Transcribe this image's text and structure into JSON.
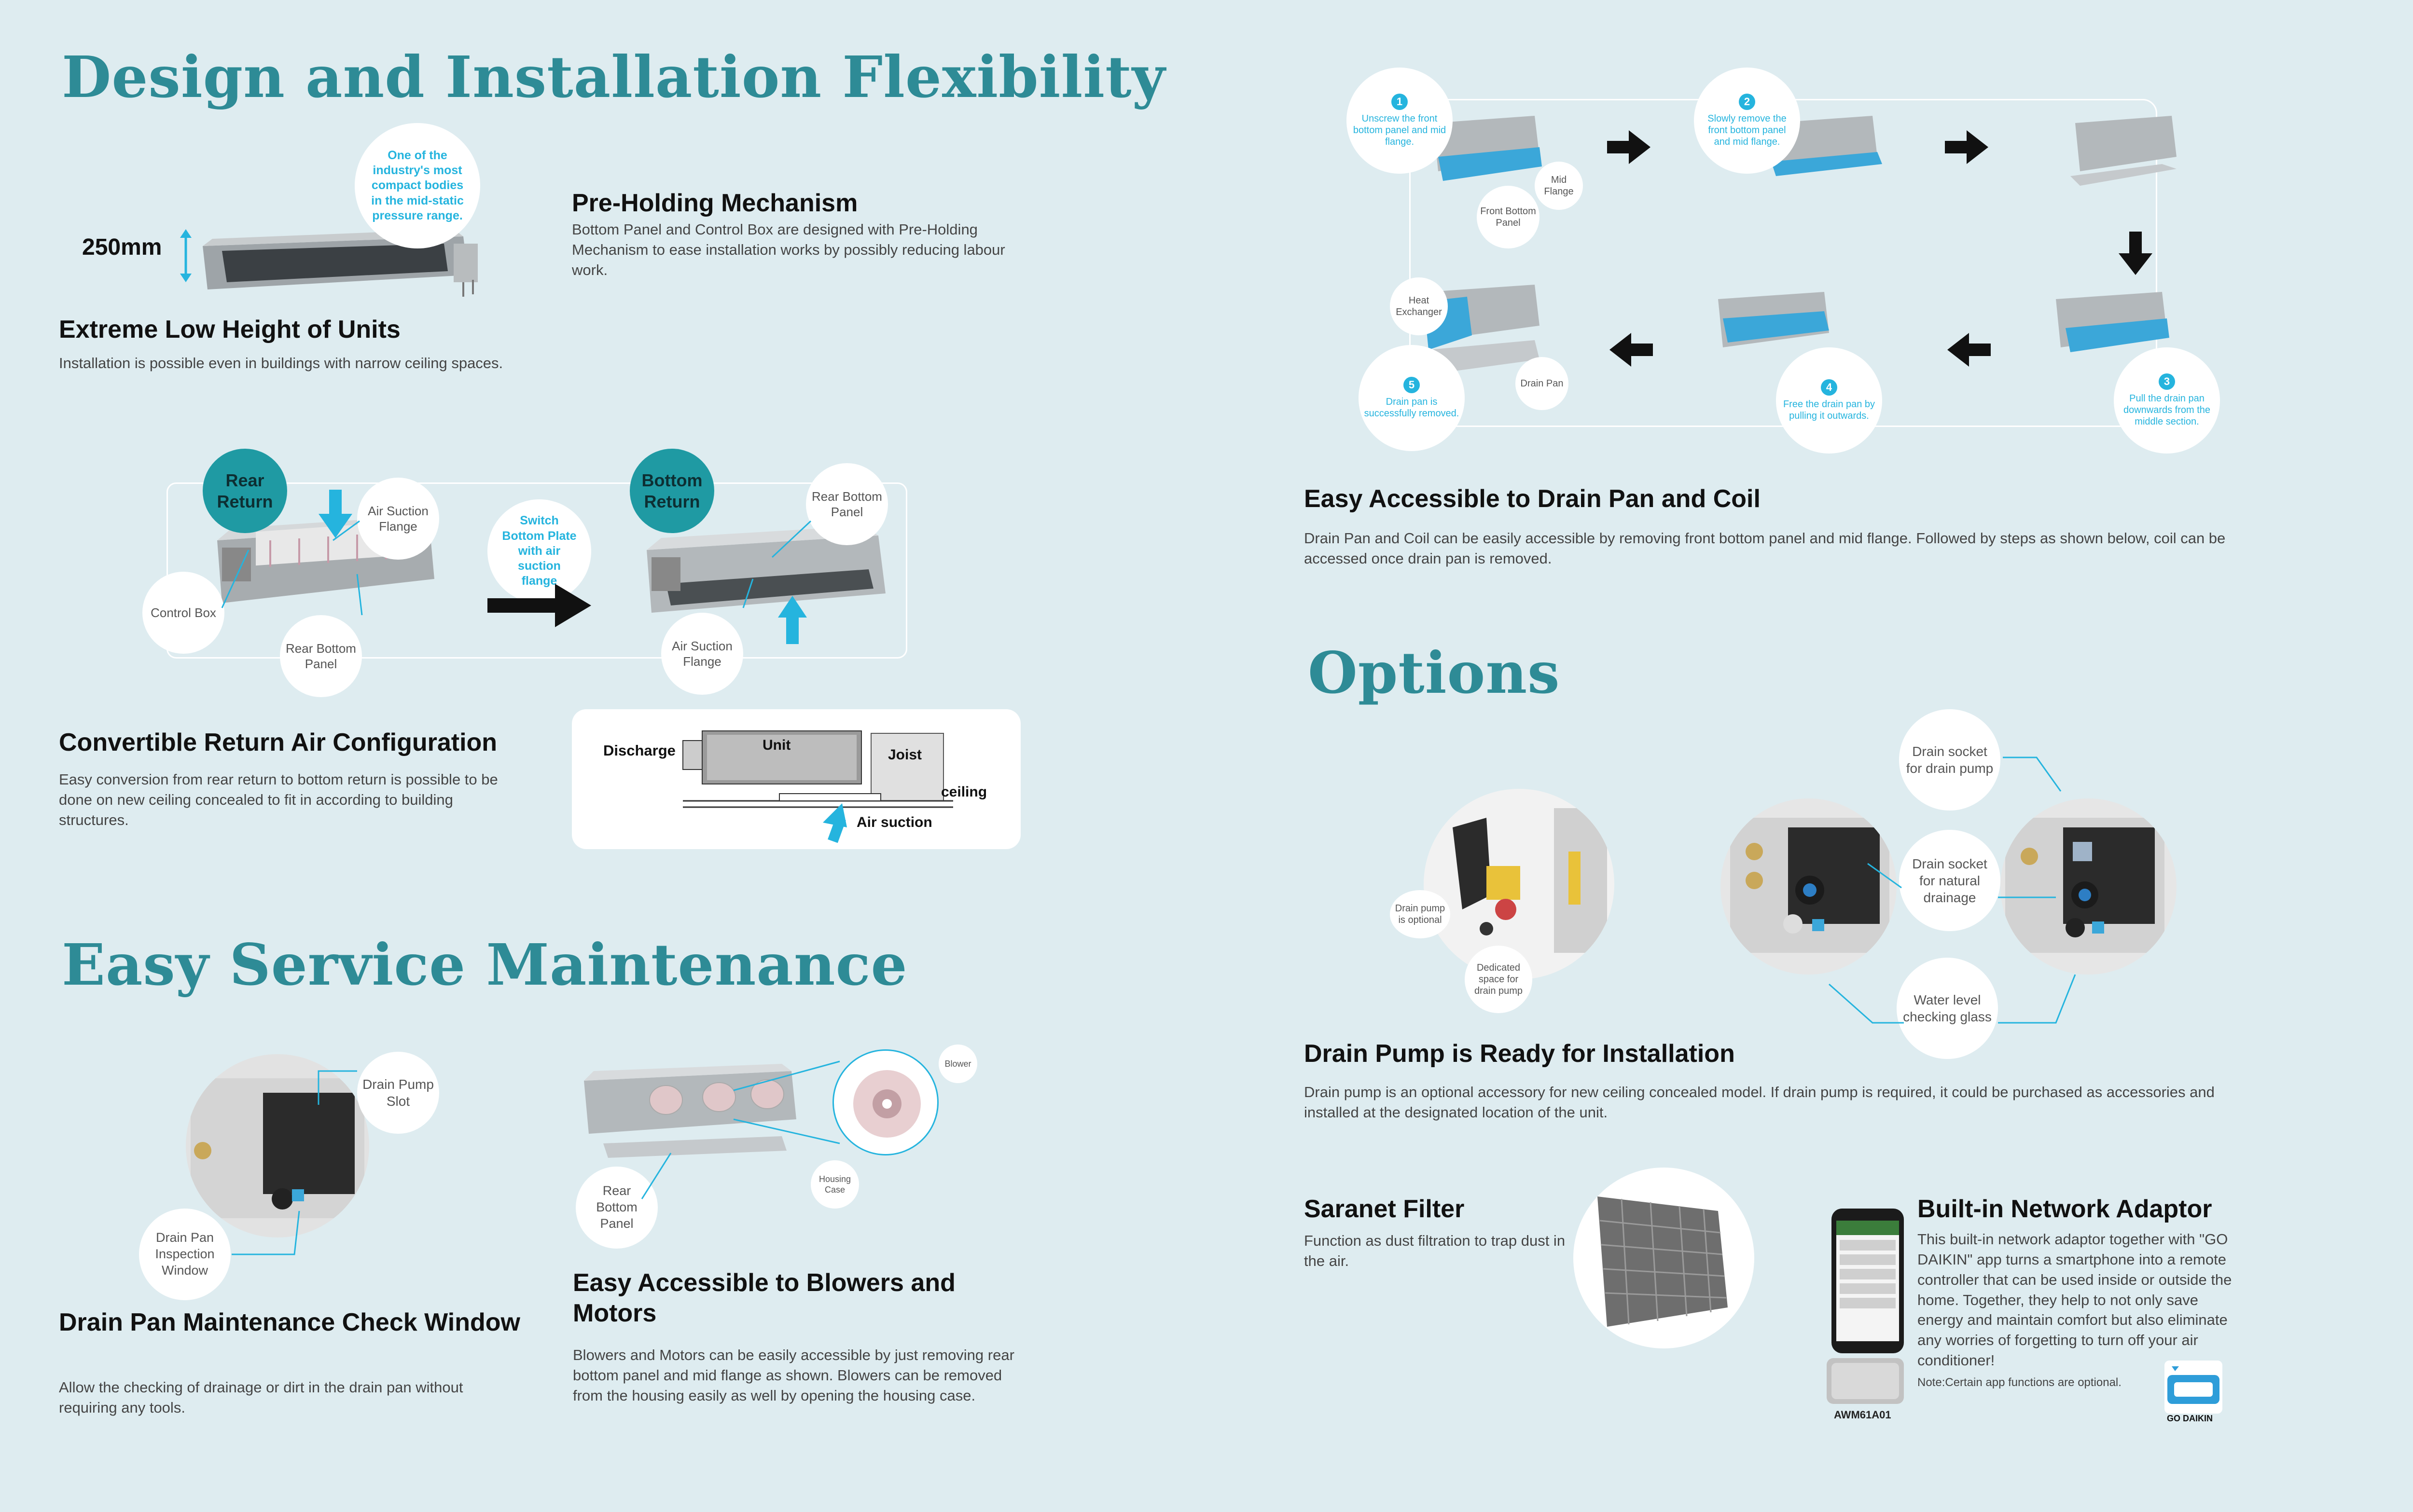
{
  "titles": {
    "design": "Design and Installation Flexibility",
    "service": "Easy Service Maintenance",
    "options": "Options"
  },
  "low_height": {
    "heading": "Extreme Low Height of Units",
    "body": "Installation is possible even in buildings with narrow ceiling spaces.",
    "dimension": "250mm",
    "bubble": "One of the industry's most compact bodies in the mid-static pressure range."
  },
  "pre_holding": {
    "heading": "Pre-Holding Mechanism",
    "body": "Bottom Panel and Control Box are designed with Pre-Holding Mechanism to ease installation works by possibly reducing labour work."
  },
  "convertible": {
    "heading": "Convertible Return Air Configuration",
    "body": "Easy conversion from rear return to bottom return is possible to be done on new ceiling concealed to fit in according to building structures.",
    "rear_return": "Rear Return",
    "bottom_return": "Bottom Return",
    "switch_note": "Switch Bottom Plate with air suction flange",
    "air_suction_flange": "Air Suction Flange",
    "control_box": "Control Box",
    "rear_bottom_panel": "Rear Bottom Panel",
    "diagram": {
      "discharge": "Discharge",
      "unit": "Unit",
      "joist": "Joist",
      "ceiling": "ceiling",
      "air_suction": "Air suction"
    }
  },
  "drain_window": {
    "heading": "Drain Pan Maintenance Check Window",
    "body": "Allow the checking of drainage or dirt in the drain pan without requiring any tools.",
    "pump_slot": "Drain Pump Slot",
    "inspection_window": "Drain Pan Inspection Window"
  },
  "blowers": {
    "heading": "Easy Accessible to Blowers and Motors",
    "body": "Blowers and Motors can be easily accessible by just removing rear bottom panel and mid flange as shown. Blowers can be removed from the housing easily as well by opening the housing case.",
    "blower": "Blower",
    "housing_case": "Housing Case",
    "rear_bottom_panel": "Rear Bottom Panel"
  },
  "drain_pan_coil": {
    "heading": "Easy Accessible to Drain Pan and Coil",
    "body": "Drain Pan and Coil can be easily accessible by removing front bottom panel and mid flange. Followed by steps as shown below, coil can be accessed once drain pan is removed.",
    "steps": [
      {
        "num": "1",
        "text": "Unscrew the front bottom panel and mid flange."
      },
      {
        "num": "2",
        "text": "Slowly remove the front bottom panel and mid flange."
      },
      {
        "num": "3",
        "text": "Pull the drain pan downwards from the middle section."
      },
      {
        "num": "4",
        "text": "Free the drain pan by pulling it outwards."
      },
      {
        "num": "5",
        "text": "Drain pan is successfully removed."
      }
    ],
    "labels": {
      "mid_flange": "Mid Flange",
      "front_bottom_panel": "Front Bottom Panel",
      "heat_exchanger": "Heat Exchanger",
      "drain_pan": "Drain Pan"
    }
  },
  "drain_pump": {
    "heading": "Drain Pump is Ready for Installation",
    "body": "Drain pump is an optional accessory for new ceiling concealed model. If drain pump is required, it could be purchased as accessories and installed at the designated location of the unit.",
    "optional": "Drain pump is optional",
    "dedicated": "Dedicated space for drain pump",
    "socket_pump": "Drain socket for drain pump",
    "socket_natural": "Drain socket for natural drainage",
    "water_glass": "Water level checking glass"
  },
  "saranet": {
    "heading": "Saranet Filter",
    "body": "Function as dust filtration to trap dust in the air."
  },
  "network": {
    "heading": "Built-in Network Adaptor",
    "body": "This built-in network adaptor together with \"GO DAIKIN\" app turns a smartphone into a remote controller that can be used inside or outside the home. Together, they help to not only save energy and maintain comfort but also eliminate any worries of forgetting to turn off your air conditioner!",
    "note": "Note:Certain app functions are optional.",
    "model": "AWM61A01",
    "app_name": "GO DAIKIN"
  },
  "colors": {
    "background": "#deecf0",
    "title_teal": "#2e8b96",
    "accent_blue": "#25b4de",
    "teal_circle": "#1f9aa3"
  }
}
